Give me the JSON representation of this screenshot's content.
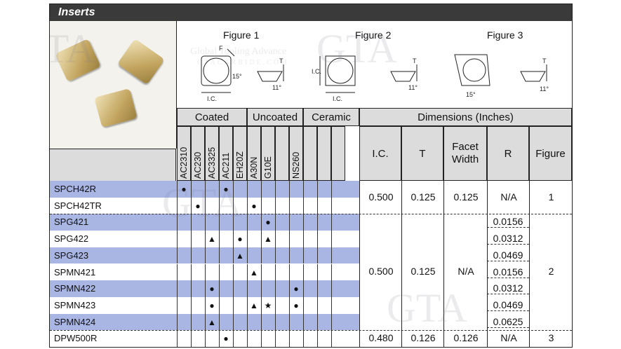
{
  "title": "Inserts",
  "figures": [
    "Figure 1",
    "Figure 2",
    "Figure 3"
  ],
  "fig_labels": {
    "f": "F",
    "ic": "I.C.",
    "t": "T",
    "a15": "15°",
    "a11": "11°"
  },
  "groups": {
    "coated": "Coated",
    "uncoated": "Uncoated",
    "ceramic": "Ceramic",
    "dimensions": "Dimensions (Inches)"
  },
  "grades": [
    "AC2310",
    "AC230",
    "AC3325",
    "AC211",
    "EH20Z",
    "A30N",
    "G10E",
    "",
    "NS260",
    "",
    "",
    ""
  ],
  "dim_headers": {
    "ic": "I.C.",
    "t": "T",
    "facet": "Facet Width",
    "r": "R",
    "figure": "Figure"
  },
  "rows": [
    {
      "name": "SPCH42R",
      "marks": [
        [
          0,
          "●"
        ],
        [
          3,
          "●"
        ]
      ],
      "r": ""
    },
    {
      "name": "SPCH42TR",
      "marks": [
        [
          1,
          "●"
        ],
        [
          5,
          "●"
        ]
      ],
      "r": ""
    },
    {
      "name": "SPG421",
      "marks": [
        [
          6,
          "●"
        ]
      ],
      "r": "0.0156"
    },
    {
      "name": "SPG422",
      "marks": [
        [
          2,
          "▲"
        ],
        [
          4,
          "●"
        ],
        [
          6,
          "▲"
        ]
      ],
      "r": "0.0312"
    },
    {
      "name": "SPG423",
      "marks": [
        [
          4,
          "▲"
        ]
      ],
      "r": "0.0469"
    },
    {
      "name": "SPMN421",
      "marks": [
        [
          5,
          "▲"
        ]
      ],
      "r": "0.0156"
    },
    {
      "name": "SPMN422",
      "marks": [
        [
          2,
          "●"
        ],
        [
          8,
          "●"
        ]
      ],
      "r": "0.0312"
    },
    {
      "name": "SPMN423",
      "marks": [
        [
          2,
          "●"
        ],
        [
          5,
          "▲"
        ],
        [
          6,
          "★"
        ],
        [
          8,
          "●"
        ]
      ],
      "r": "0.0469"
    },
    {
      "name": "SPMN424",
      "marks": [
        [
          2,
          "▲"
        ]
      ],
      "r": "0.0625"
    },
    {
      "name": "DPW500R",
      "marks": [
        [
          3,
          "●"
        ]
      ],
      "r": ""
    }
  ],
  "dim_blocks": [
    {
      "ic": "0.500",
      "t": "0.125",
      "facet": "0.125",
      "r": "N/A",
      "figure": "1"
    },
    {
      "ic": "0.500",
      "t": "0.125",
      "facet": "N/A",
      "r": "",
      "figure": "2"
    },
    {
      "ic": "0.480",
      "t": "0.126",
      "facet": "0.126",
      "r": "N/A",
      "figure": "3"
    }
  ],
  "watermark": {
    "brand": "GTA",
    "line1": "Global Tooling Advance",
    "line2": "GTACARBIDE.COM"
  },
  "colors": {
    "stripe": "#a9b6e4",
    "header": "#dcdcdc",
    "titlebar": "#3a3a3a"
  }
}
